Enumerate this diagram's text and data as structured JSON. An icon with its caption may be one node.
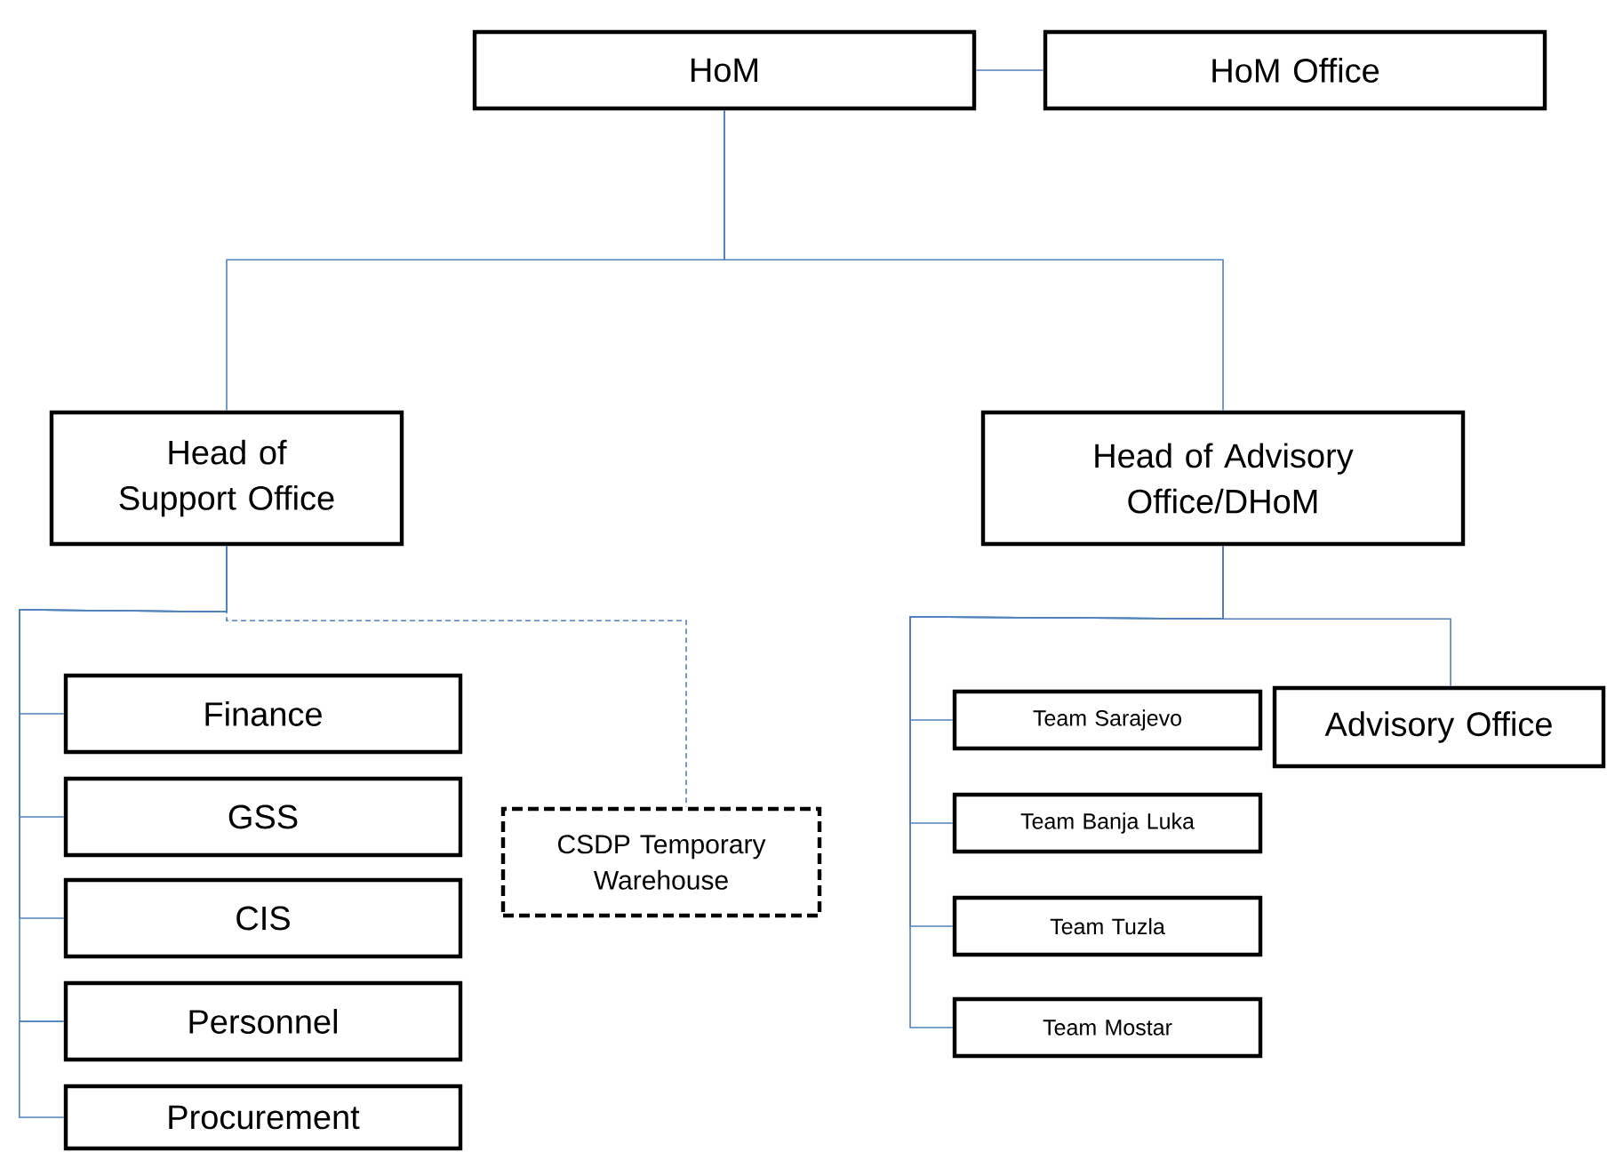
{
  "diagram": {
    "nodes": [
      {
        "text": [
          "HoM"
        ]
      },
      {
        "text": [
          "HoM Office"
        ]
      },
      {
        "text": [
          "Head of Support Office"
        ]
      },
      {
        "text": [
          "Head of Advisory Office/DHoM"
        ]
      },
      {
        "text": [
          "Finance"
        ]
      },
      {
        "text": [
          "GSS"
        ]
      },
      {
        "text": [
          "CIS"
        ]
      },
      {
        "text": [
          "Personnel"
        ]
      },
      {
        "text": [
          "Procurement"
        ]
      },
      {
        "text": [
          "CSDP Temporary Warehouse"
        ]
      },
      {
        "text": [
          "Team Sarajevo"
        ]
      },
      {
        "text": [
          "Team Banja Luka"
        ]
      },
      {
        "text": [
          "Team Tuzla"
        ]
      },
      {
        "text": [
          "Team Mostar"
        ]
      },
      {
        "text": [
          "Advisory Office"
        ]
      }
    ],
    "edges": [
      {
        "from": 0,
        "to": 1,
        "arrow": "none"
      },
      {
        "from": 0,
        "to": 2,
        "arrow": "none"
      },
      {
        "from": 0,
        "to": 3,
        "arrow": "none"
      },
      {
        "from": 2,
        "to": 4,
        "arrow": "none"
      },
      {
        "from": 2,
        "to": 5,
        "arrow": "none"
      },
      {
        "from": 2,
        "to": 6,
        "arrow": "none"
      },
      {
        "from": 2,
        "to": 7,
        "arrow": "none"
      },
      {
        "from": 7,
        "to": 8,
        "arrow": "none"
      },
      {
        "from": 2,
        "to": 9,
        "arrow": "none",
        "style": "dashed"
      },
      {
        "from": 3,
        "to": 10,
        "arrow": "none"
      },
      {
        "from": 3,
        "to": 11,
        "arrow": "none"
      },
      {
        "from": 3,
        "to": 12,
        "arrow": "none"
      },
      {
        "from": 3,
        "to": 13,
        "arrow": "none"
      },
      {
        "from": 3,
        "to": 14,
        "arrow": "none"
      }
    ]
  }
}
